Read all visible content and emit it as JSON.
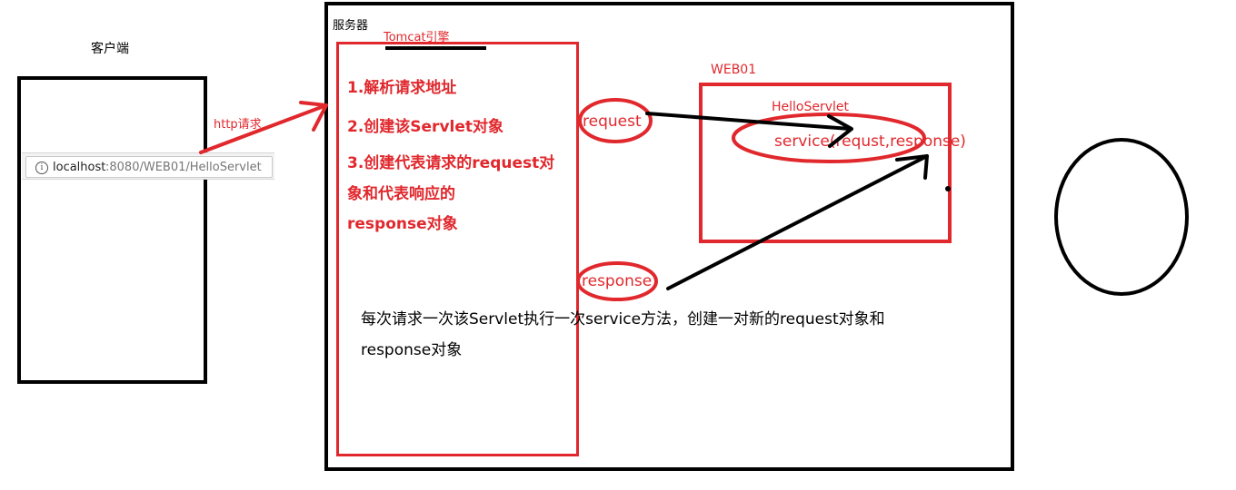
{
  "client": {
    "label": "客户端",
    "url_host": "localhost",
    "url_rest": ":8080/WEB01/HelloServlet"
  },
  "http_label": "http请求",
  "server": {
    "label": "服务器",
    "tomcat_label": "Tomcat引擎",
    "steps": [
      "1.解析请求地址",
      "2.创建该Servlet对象",
      "3.创建代表请求的request对",
      "象和代表响应的",
      "response对象"
    ],
    "note_lines": [
      "每次请求一次该Servlet执行一次service方法，创建一对新的request对象和",
      "response对象"
    ]
  },
  "web01": {
    "label": "WEB01",
    "servlet_label": "HelloServlet",
    "method_label": "service(requst,response)"
  },
  "request_label": "request",
  "response_label": "response",
  "colors": {
    "red": "#e0282d",
    "black": "#000000"
  },
  "icons": [
    "info-icon"
  ]
}
